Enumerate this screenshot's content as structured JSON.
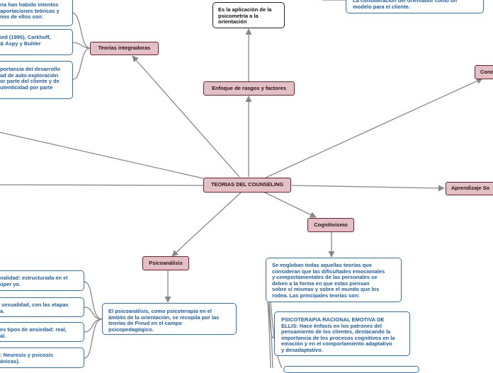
{
  "root": {
    "label": "TEORIAS DEL COUNSELING"
  },
  "topics": {
    "integradoras": "Teorías integradoras",
    "rasgos": "Enfoque de rasgos y factores",
    "cond": "Cond",
    "aprendizaje": "Aprendizaje So",
    "cognitivismo": "Cognitivismo",
    "psicoanalisis": "Psicoanálisis"
  },
  "notes": {
    "int1": "ria han habido intentos\naportaciones teóricas y\nnos de ellos son:",
    "int2": "ied (1995), Carkhuff,\n& Aspy y Buhler",
    "int3": "portancia del desarrollo\nad de auto-exploración\nor parte del cliente y de\nutenticidad por parte",
    "rasgos": "Es la aplicación de la\npsicometría a la\norientación",
    "top_right": "La consideración del orientador como un\nmodelo para el cliente.",
    "psico_main": "El psicoanálisis, como psicoterapia en el\námbito de la orientación, se recopila por las\nteorías de Freud en el campo\npsicopedagógico.",
    "psico1": "nalidad: estructurada en el\nuper yo.",
    "psico2": " sexualidad, con las etapas\na.",
    "psico3": "es tipos de ansiedad: real,\nal.",
    "psico4": ": Neurosis y psicosis\nánicas).",
    "cog_main": "Se engloban todas aquellas teorías que\nconsideran que las dificultades emocionales\ny comportamentales de las personales se\ndeben a la forma en que estas piensan\nsobre sí mismas y sobre el mundo que los\nrodea. Las principales teorías son:",
    "cog1": "PSICOTERAPIA RACIONAL EMOTIVA DE\nELLIS: Hace énfasis en los patrones del\npensamiento de los clientes, destacando la\nimportancia de los procesos cognitivos en la\nemoción y en el comportamiento adaptativo\ny desadaptativo."
  },
  "colors": {
    "topic_fill": "#e3c0c6",
    "topic_border": "#6e1f2b",
    "note_border": "#2f72b7",
    "note_text": "#1d5ea6",
    "connector": "#888888"
  }
}
